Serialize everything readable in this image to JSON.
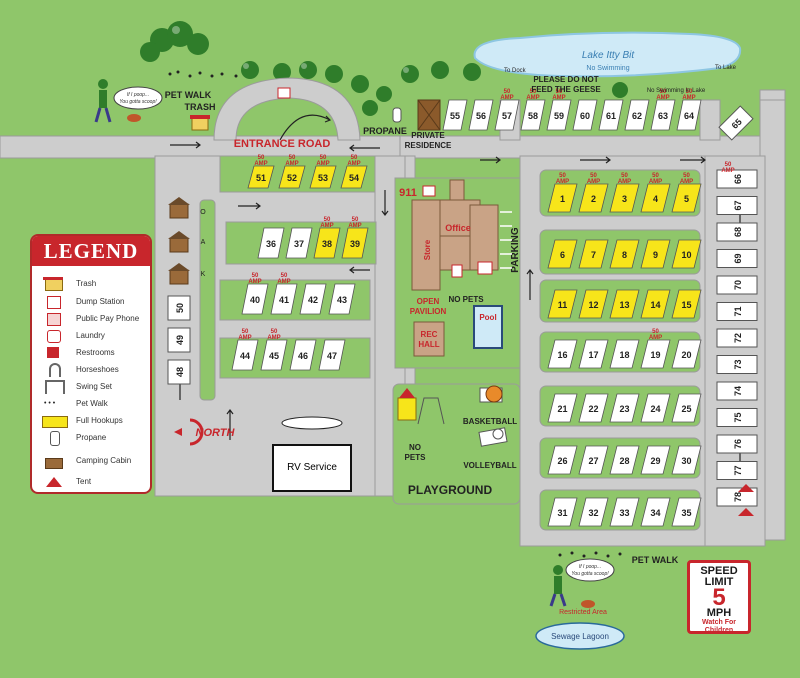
{
  "lake": {
    "name": "Lake Itty Bit",
    "note": "No Swimming"
  },
  "labels": {
    "to_dock": "To Dock",
    "to_lake": "To Lake",
    "geese_1": "PLEASE DO NOT",
    "geese_2": "FEED THE GEESE",
    "no_swim_lake": "No Swimming In Lake",
    "pet_walk_trash_1": "PET WALK",
    "pet_walk_trash_2": "TRASH",
    "propane": "PROPANE",
    "private_1": "PRIVATE",
    "private_2": "RESIDENCE",
    "entrance_road": "ENTRANCE ROAD",
    "nine11": "911",
    "office": "Office",
    "store": "Store",
    "parking": "PARKING",
    "open_pavilion_1": "OPEN",
    "open_pavilion_2": "PAVILION",
    "no_pets_store": "NO PETS",
    "rec_hall_1": "REC",
    "rec_hall_2": "HALL",
    "pool": "Pool",
    "basketball": "BASKETBALL",
    "volleyball": "VOLLEYBALL",
    "no_pets_1": "NO",
    "no_pets_2": "PETS",
    "playground": "PLAYGROUND",
    "north": "NORTH",
    "rv_service": "RV Service",
    "pet_walk_bottom": "PET WALK",
    "restricted_area": "Restricted Area",
    "sewage_lagoon": "Sewage Lagoon",
    "poop_1": "If I poop...",
    "poop_2": "You gotta scoop!",
    "oak": [
      "O",
      "A",
      "K"
    ]
  },
  "amp_label": [
    "50",
    "AMP"
  ],
  "legend": {
    "title": "LEGEND",
    "items": [
      {
        "label": "Trash",
        "icon": "trash-icon"
      },
      {
        "label": "Dump Station",
        "icon": "dump-station-icon"
      },
      {
        "label": "Public Pay Phone",
        "icon": "pay-phone-icon"
      },
      {
        "label": "Laundry",
        "icon": "laundry-icon"
      },
      {
        "label": "Restrooms",
        "icon": "restrooms-icon"
      },
      {
        "label": "Horseshoes",
        "icon": "horseshoes-icon"
      },
      {
        "label": "Swing Set",
        "icon": "swing-set-icon"
      },
      {
        "label": "Pet Walk",
        "icon": "paw-prints-icon"
      },
      {
        "label": "Full Hookups",
        "icon": "full-hookups-swatch"
      },
      {
        "label": "Propane",
        "icon": "propane-tank-icon"
      },
      {
        "label": "Camping Cabin",
        "icon": "camping-cabin-icon"
      },
      {
        "label": "Tent",
        "icon": "tent-icon"
      }
    ]
  },
  "speed_sign": {
    "l1": "SPEED",
    "l2": "LIMIT",
    "value": "5",
    "unit": "MPH",
    "note1": "Watch For",
    "note2": "Children"
  },
  "sites": {
    "lake_row": [
      {
        "n": "55",
        "amp": false
      },
      {
        "n": "56",
        "amp": false
      },
      {
        "n": "57",
        "amp": true
      },
      {
        "n": "58",
        "amp": true
      },
      {
        "n": "59",
        "amp": true
      },
      {
        "n": "60",
        "amp": false
      },
      {
        "n": "61",
        "amp": false
      },
      {
        "n": "62",
        "amp": false
      },
      {
        "n": "63",
        "amp": true
      },
      {
        "n": "64",
        "amp": true
      }
    ],
    "corner": "65",
    "row_51": [
      {
        "n": "51",
        "amp": true
      },
      {
        "n": "52",
        "amp": true
      },
      {
        "n": "53",
        "amp": true
      },
      {
        "n": "54",
        "amp": true
      }
    ],
    "row_36": [
      {
        "n": "36",
        "full": false,
        "amp": false
      },
      {
        "n": "37",
        "full": false,
        "amp": false
      },
      {
        "n": "38",
        "full": true,
        "amp": true
      },
      {
        "n": "39",
        "full": true,
        "amp": true
      }
    ],
    "row_40": [
      {
        "n": "40",
        "amp": true
      },
      {
        "n": "41",
        "amp": true
      },
      {
        "n": "42",
        "amp": false
      },
      {
        "n": "43",
        "amp": false
      }
    ],
    "row_44": [
      {
        "n": "44",
        "amp": true
      },
      {
        "n": "45",
        "amp": true
      },
      {
        "n": "46",
        "amp": false
      },
      {
        "n": "47",
        "amp": false
      }
    ],
    "left_col": [
      "50",
      "49",
      "48"
    ],
    "right_rows": [
      {
        "nums": [
          "1",
          "2",
          "3",
          "4",
          "5"
        ],
        "full": true,
        "amp": [
          true,
          true,
          true,
          true,
          true
        ]
      },
      {
        "nums": [
          "6",
          "7",
          "8",
          "9",
          "10"
        ],
        "full": true,
        "amp": [
          false,
          false,
          false,
          false,
          false
        ]
      },
      {
        "nums": [
          "11",
          "12",
          "13",
          "14",
          "15"
        ],
        "full": true,
        "amp": [
          false,
          false,
          false,
          false,
          false
        ]
      },
      {
        "nums": [
          "16",
          "17",
          "18",
          "19",
          "20"
        ],
        "full": false,
        "amp": [
          false,
          false,
          false,
          true,
          false
        ]
      },
      {
        "nums": [
          "21",
          "22",
          "23",
          "24",
          "25"
        ],
        "full": false,
        "amp": [
          false,
          false,
          false,
          false,
          false
        ]
      },
      {
        "nums": [
          "26",
          "27",
          "28",
          "29",
          "30"
        ],
        "full": false,
        "amp": [
          false,
          false,
          false,
          false,
          false
        ]
      },
      {
        "nums": [
          "31",
          "32",
          "33",
          "34",
          "35"
        ],
        "full": false,
        "amp": [
          false,
          false,
          false,
          false,
          false
        ]
      }
    ],
    "right_col": [
      {
        "n": "66",
        "amp": true
      },
      {
        "n": "67",
        "amp": false
      },
      {
        "n": "68",
        "amp": false
      },
      {
        "n": "69",
        "amp": false
      },
      {
        "n": "70",
        "amp": false
      },
      {
        "n": "71",
        "amp": false
      },
      {
        "n": "72",
        "amp": false
      },
      {
        "n": "73",
        "amp": false
      },
      {
        "n": "74",
        "amp": false
      },
      {
        "n": "75",
        "amp": false
      },
      {
        "n": "76",
        "amp": false
      },
      {
        "n": "77",
        "amp": false
      },
      {
        "n": "78",
        "amp": false
      }
    ]
  },
  "colors": {
    "grass": "#8fc66a",
    "road": "#cdcdcd",
    "full_hookup": "#f7e51a",
    "lake": "#cfeaf7",
    "accent_red": "#c8262c",
    "building": "#c9a386"
  }
}
